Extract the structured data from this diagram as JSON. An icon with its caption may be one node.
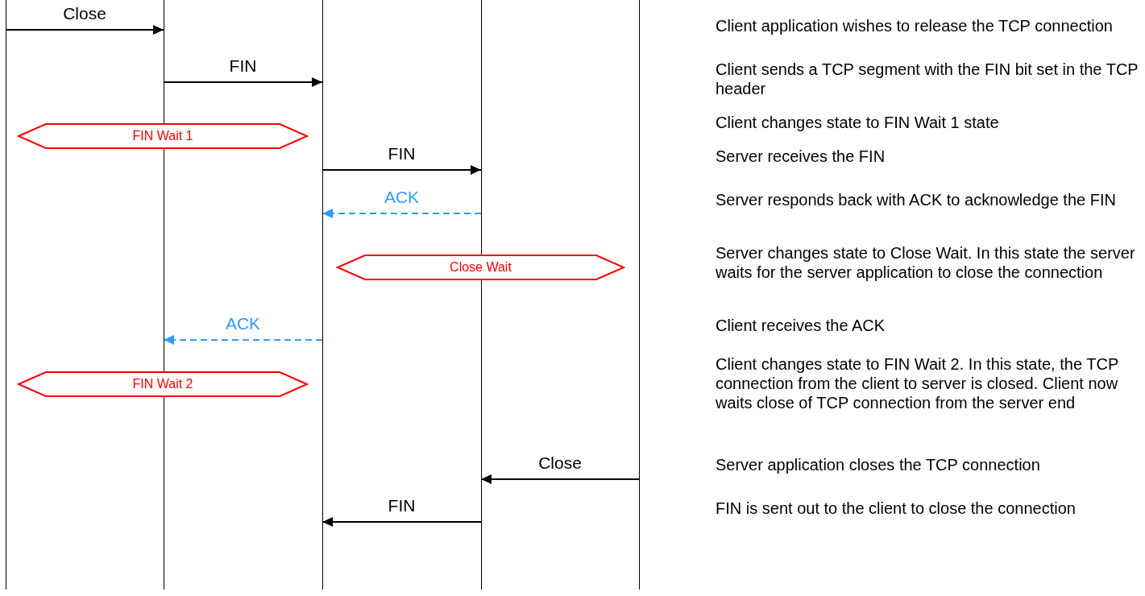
{
  "diagram": {
    "nodes": [
      {
        "text": [],
        "shape": "bar"
      },
      {
        "text": [],
        "shape": "bar"
      },
      {
        "text": [],
        "shape": "bar"
      },
      {
        "text": [],
        "shape": "bar"
      },
      {
        "text": [],
        "shape": "bar"
      },
      {
        "text": [
          "FIN Wait 1"
        ]
      },
      {
        "text": [
          "Close Wait"
        ]
      },
      {
        "text": [
          "FIN Wait 2"
        ]
      }
    ],
    "edges": [
      {
        "from": 0,
        "to": 1,
        "arrow": "to",
        "label": "Close"
      },
      {
        "from": 1,
        "to": 2,
        "arrow": "to",
        "label": "FIN"
      },
      {
        "from": 2,
        "to": 3,
        "arrow": "to",
        "label": "FIN"
      },
      {
        "from": 3,
        "to": 2,
        "arrow": "to",
        "label": "ACK",
        "style": "dashed",
        "color": "#3399ff"
      },
      {
        "from": 2,
        "to": 1,
        "arrow": "to",
        "label": "ACK",
        "style": "dashed",
        "color": "#3399ff"
      },
      {
        "from": 4,
        "to": 3,
        "arrow": "to",
        "label": "Close"
      },
      {
        "from": 3,
        "to": 2,
        "arrow": "to",
        "label": "FIN"
      }
    ],
    "labels": [
      "Client application wishes to release the TCP connection",
      "Client sends a TCP segment with the FIN bit set in the TCP header",
      "Client changes state to FIN Wait 1 state",
      "Server receives the FIN",
      "Server responds back with ACK to acknowledge the FIN",
      "Server changes state to Close Wait. In this state the server waits for the server application to close the connection",
      "Client receives the ACK",
      "Client changes state to FIN Wait 2. In this state, the TCP connection from the client to server is closed. Client now waits close of TCP connection from the server end",
      "Server application closes the TCP connection",
      "FIN is sent out to the client to close the connection"
    ]
  }
}
